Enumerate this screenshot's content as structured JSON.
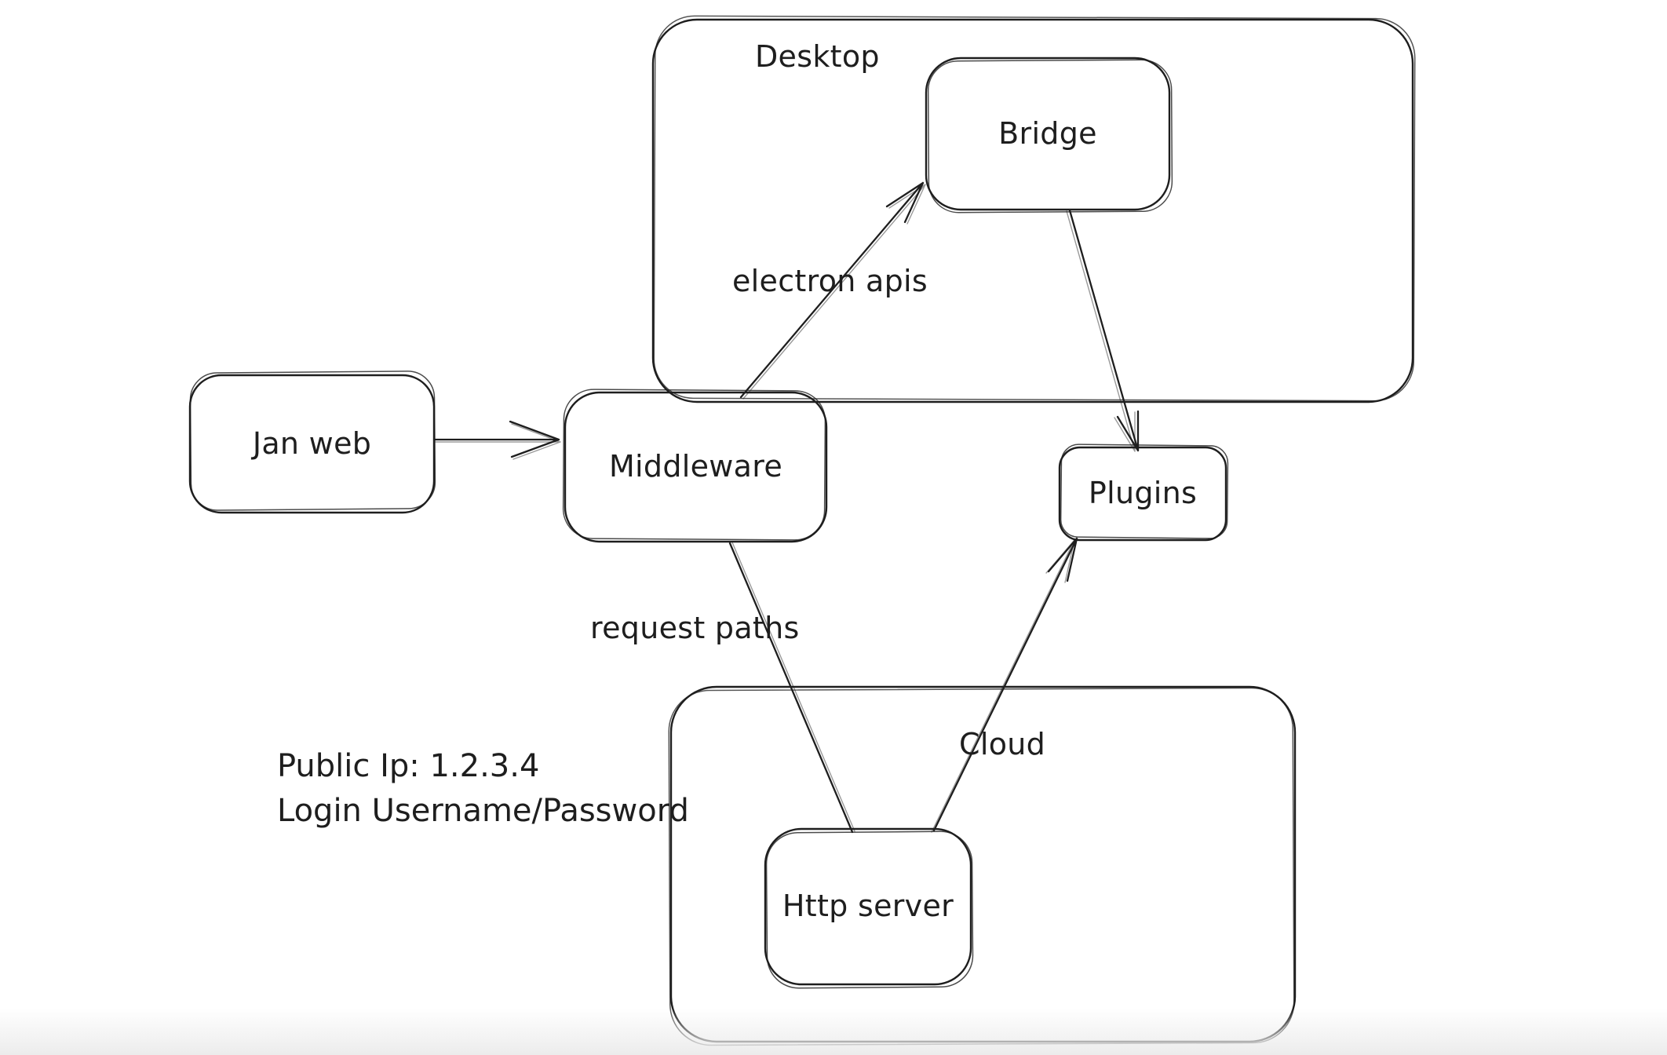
{
  "app": {
    "background_color": "#ffffff",
    "stroke_color": "#1e1e1e"
  },
  "diagram": {
    "containers": [
      {
        "id": "desktop",
        "label": "Desktop"
      },
      {
        "id": "cloud",
        "label": "Cloud"
      }
    ],
    "nodes": [
      {
        "id": "jan-web",
        "label": "Jan web"
      },
      {
        "id": "middleware",
        "label": "Middleware"
      },
      {
        "id": "bridge",
        "label": "Bridge"
      },
      {
        "id": "plugins",
        "label": "Plugins"
      },
      {
        "id": "http-server",
        "label": "Http server"
      }
    ],
    "edges": [
      {
        "from": "Jan web",
        "to": "Middleware",
        "label": ""
      },
      {
        "from": "Middleware",
        "to": "Bridge",
        "label": "electron apis"
      },
      {
        "from": "Bridge",
        "to": "Plugins",
        "label": ""
      },
      {
        "from": "Middleware",
        "to": "Http server",
        "label": "request paths"
      },
      {
        "from": "Http server",
        "to": "Plugins",
        "label": ""
      }
    ],
    "annotations": [
      {
        "text": "Public Ip: 1.2.3.4"
      },
      {
        "text": "Login Username/Password"
      }
    ]
  }
}
